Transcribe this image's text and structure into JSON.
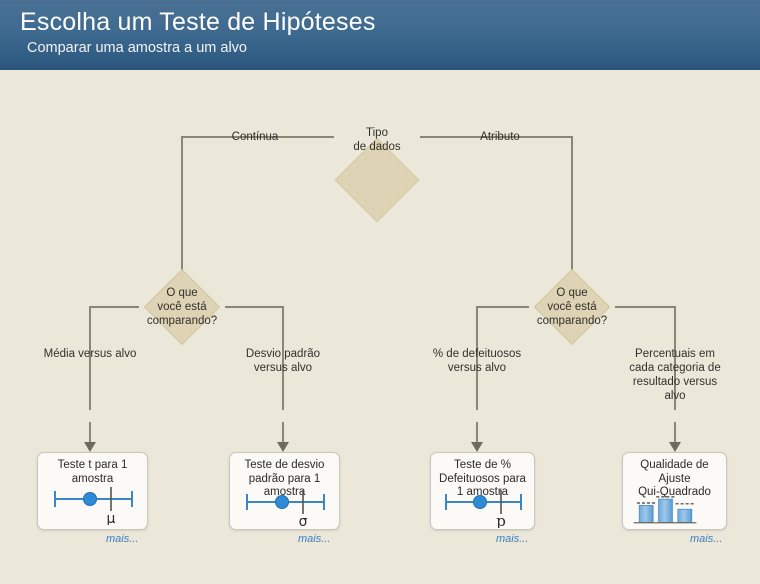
{
  "header": {
    "title": "Escolha um Teste de Hipóteses",
    "subtitle": "Comparar uma amostra a um alvo",
    "bg_top": "#4a7194",
    "bg_bottom": "#2b5379"
  },
  "theme": {
    "canvas_bg": "#ebe8da",
    "diamond_fill": "#ded3b4",
    "box_fill": "#fbfaf6",
    "connector": "#8a8778",
    "accent_blue": "#3b7fc4",
    "text": "#32302c"
  },
  "diagram": {
    "root": {
      "label": "Tipo\nde dados"
    },
    "branches": [
      {
        "label": "Contínua"
      },
      {
        "label": "Atributo"
      }
    ],
    "decisions": [
      {
        "label": "O que\nvocê está\ncomparando?"
      },
      {
        "label": "O que\nvocê está\ncomparando?"
      }
    ],
    "edge_labels": [
      {
        "label": "Média versus alvo"
      },
      {
        "label": "Desvio padrão\nversus alvo"
      },
      {
        "label": "% de defeituosos\nversus alvo"
      },
      {
        "label": "Percentuais em\ncada categoria de\nresultado versus\nalvo"
      }
    ],
    "nodes": [
      {
        "title": "Teste t para 1\namostra",
        "graphic": "interval-plot",
        "symbol": "μ",
        "more_label": "mais..."
      },
      {
        "title": "Teste de desvio\npadrão para 1\namostra",
        "graphic": "interval-plot",
        "symbol": "σ",
        "more_label": "mais..."
      },
      {
        "title": "Teste de %\nDefeituosos para\n1 amostra",
        "graphic": "interval-plot",
        "symbol": "p",
        "more_label": "mais..."
      },
      {
        "title": "Qualidade de\nAjuste\nQui-Quadrado",
        "graphic": "bar-chart",
        "bars": [
          0.52,
          0.8,
          0.38
        ],
        "more_label": "mais..."
      }
    ]
  }
}
